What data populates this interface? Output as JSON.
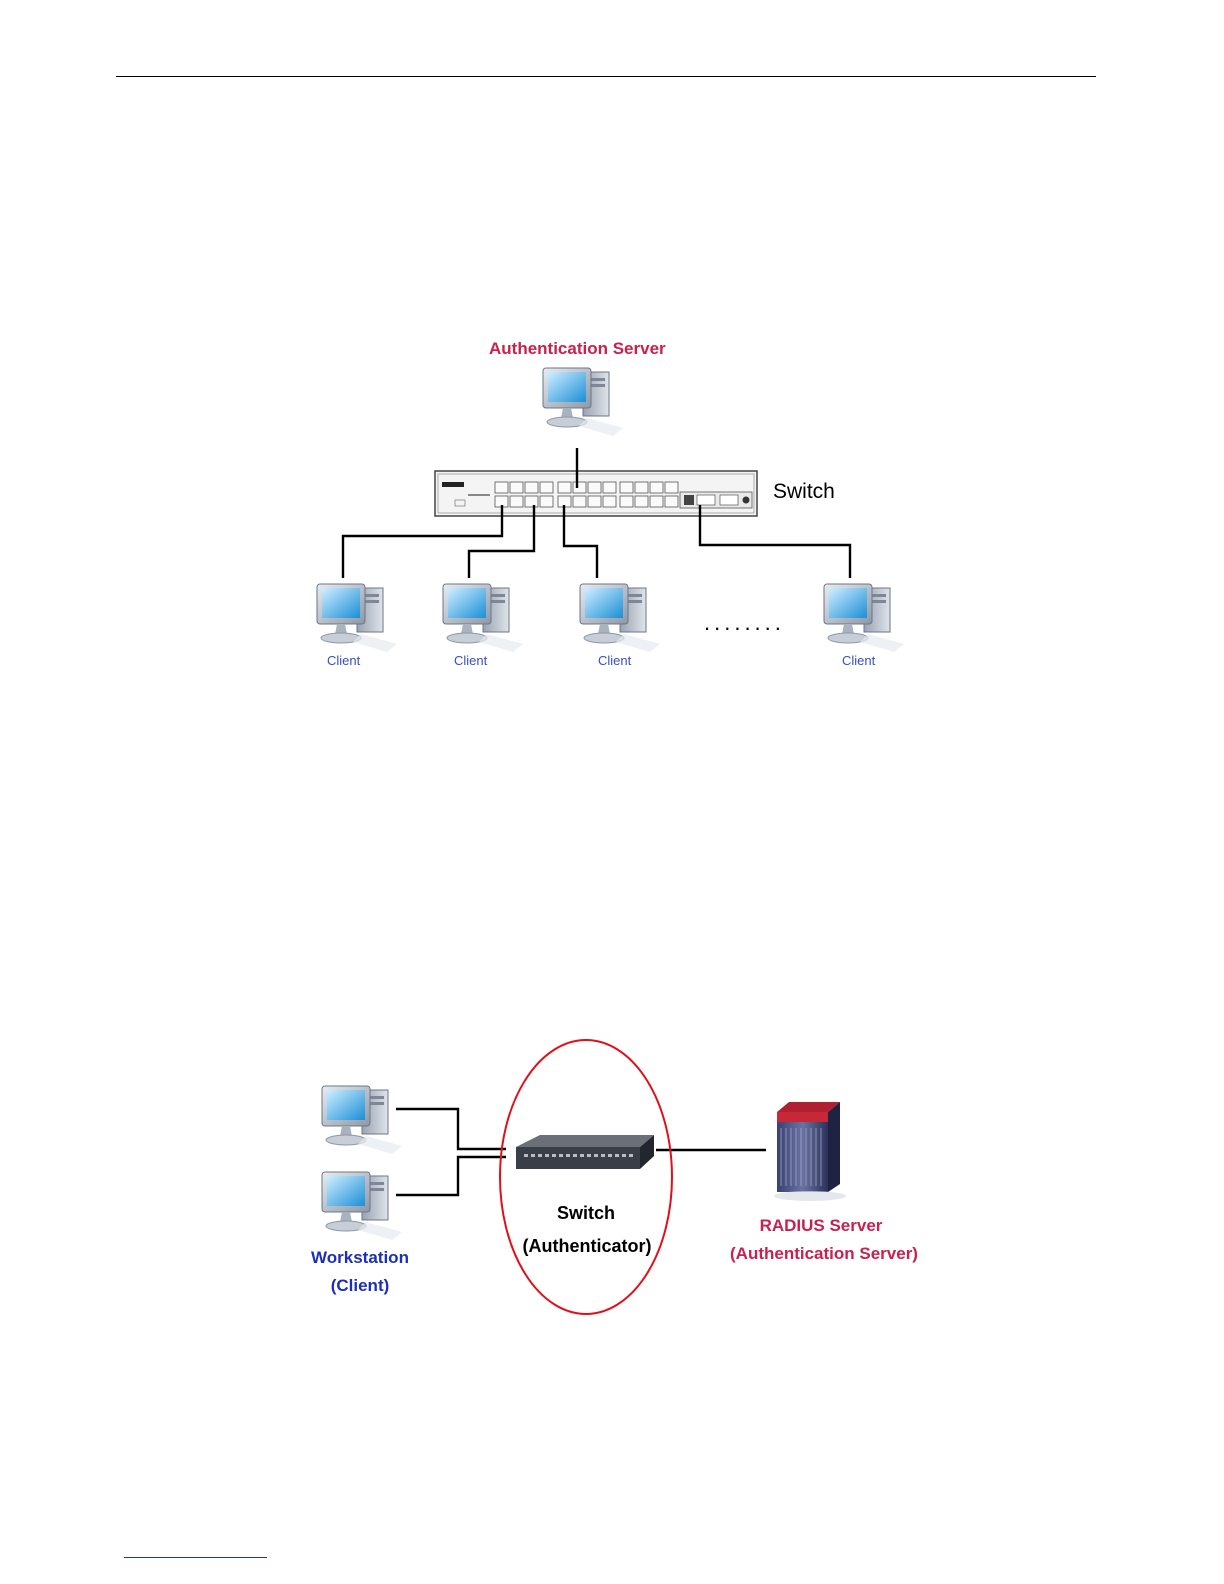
{
  "diagram1": {
    "server_label": "Authentication Server",
    "switch_label": "Switch",
    "client_labels": [
      "Client",
      "Client",
      "Client",
      "Client"
    ],
    "ellipsis": "........"
  },
  "diagram2": {
    "switch_label": "Switch",
    "switch_role": "(Authenticator)",
    "workstation_label": "Workstation",
    "workstation_role": "(Client)",
    "radius_label": "RADIUS Server",
    "radius_role": "(Authentication Server)"
  },
  "colors": {
    "server_label": "#c8214e",
    "client_label": "#1c2fb8",
    "ellipse": "#e0101a"
  }
}
